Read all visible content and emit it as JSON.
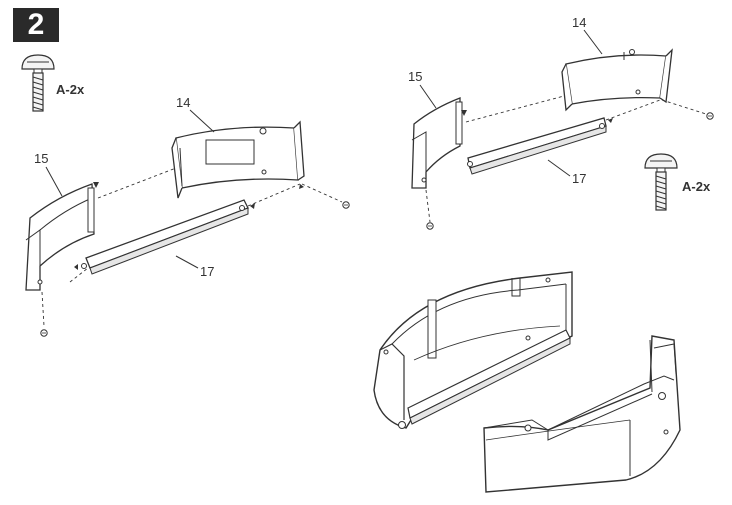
{
  "step": {
    "number": "2"
  },
  "left_view": {
    "hardware": {
      "code": "A-2x"
    },
    "parts": {
      "part_14": "14",
      "part_15": "15",
      "part_17": "17"
    }
  },
  "right_view": {
    "hardware": {
      "code": "A-2x"
    },
    "parts": {
      "part_14": "14",
      "part_15": "15",
      "part_17": "17"
    }
  },
  "colors": {
    "line": "#333333",
    "fill": "#ffffff",
    "shade": "#e6e6e6",
    "badge": "#2a2a2a"
  }
}
